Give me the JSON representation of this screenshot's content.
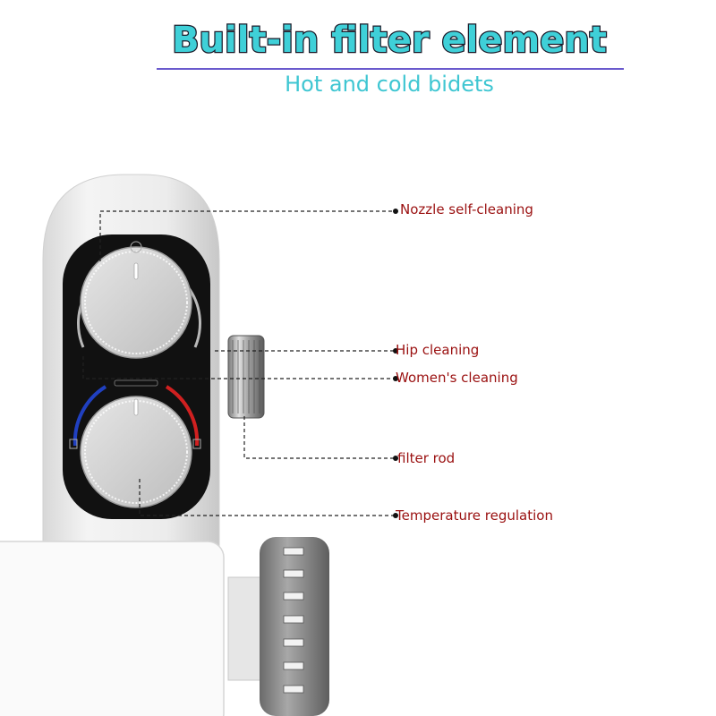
{
  "header": {
    "title": "Built-in filter element",
    "subtitle": "Hot and cold bidets"
  },
  "callouts": {
    "nozzle_self_cleaning": "Nozzle self-cleaning",
    "hip_cleaning": "Hip cleaning",
    "womens_cleaning": "Women's cleaning",
    "filter_rod": "filter rod",
    "temperature_regulation": "Temperature regulation"
  },
  "colors": {
    "title_fill": "#3fd0d8",
    "title_outline": "#1b1b2a",
    "title_underline": "#6a5acd",
    "subtitle": "#3fc6d2",
    "callout_text": "#9a1010",
    "leader_line": "#222222",
    "cold_arc": "#2040c0",
    "hot_arc": "#d02020"
  }
}
